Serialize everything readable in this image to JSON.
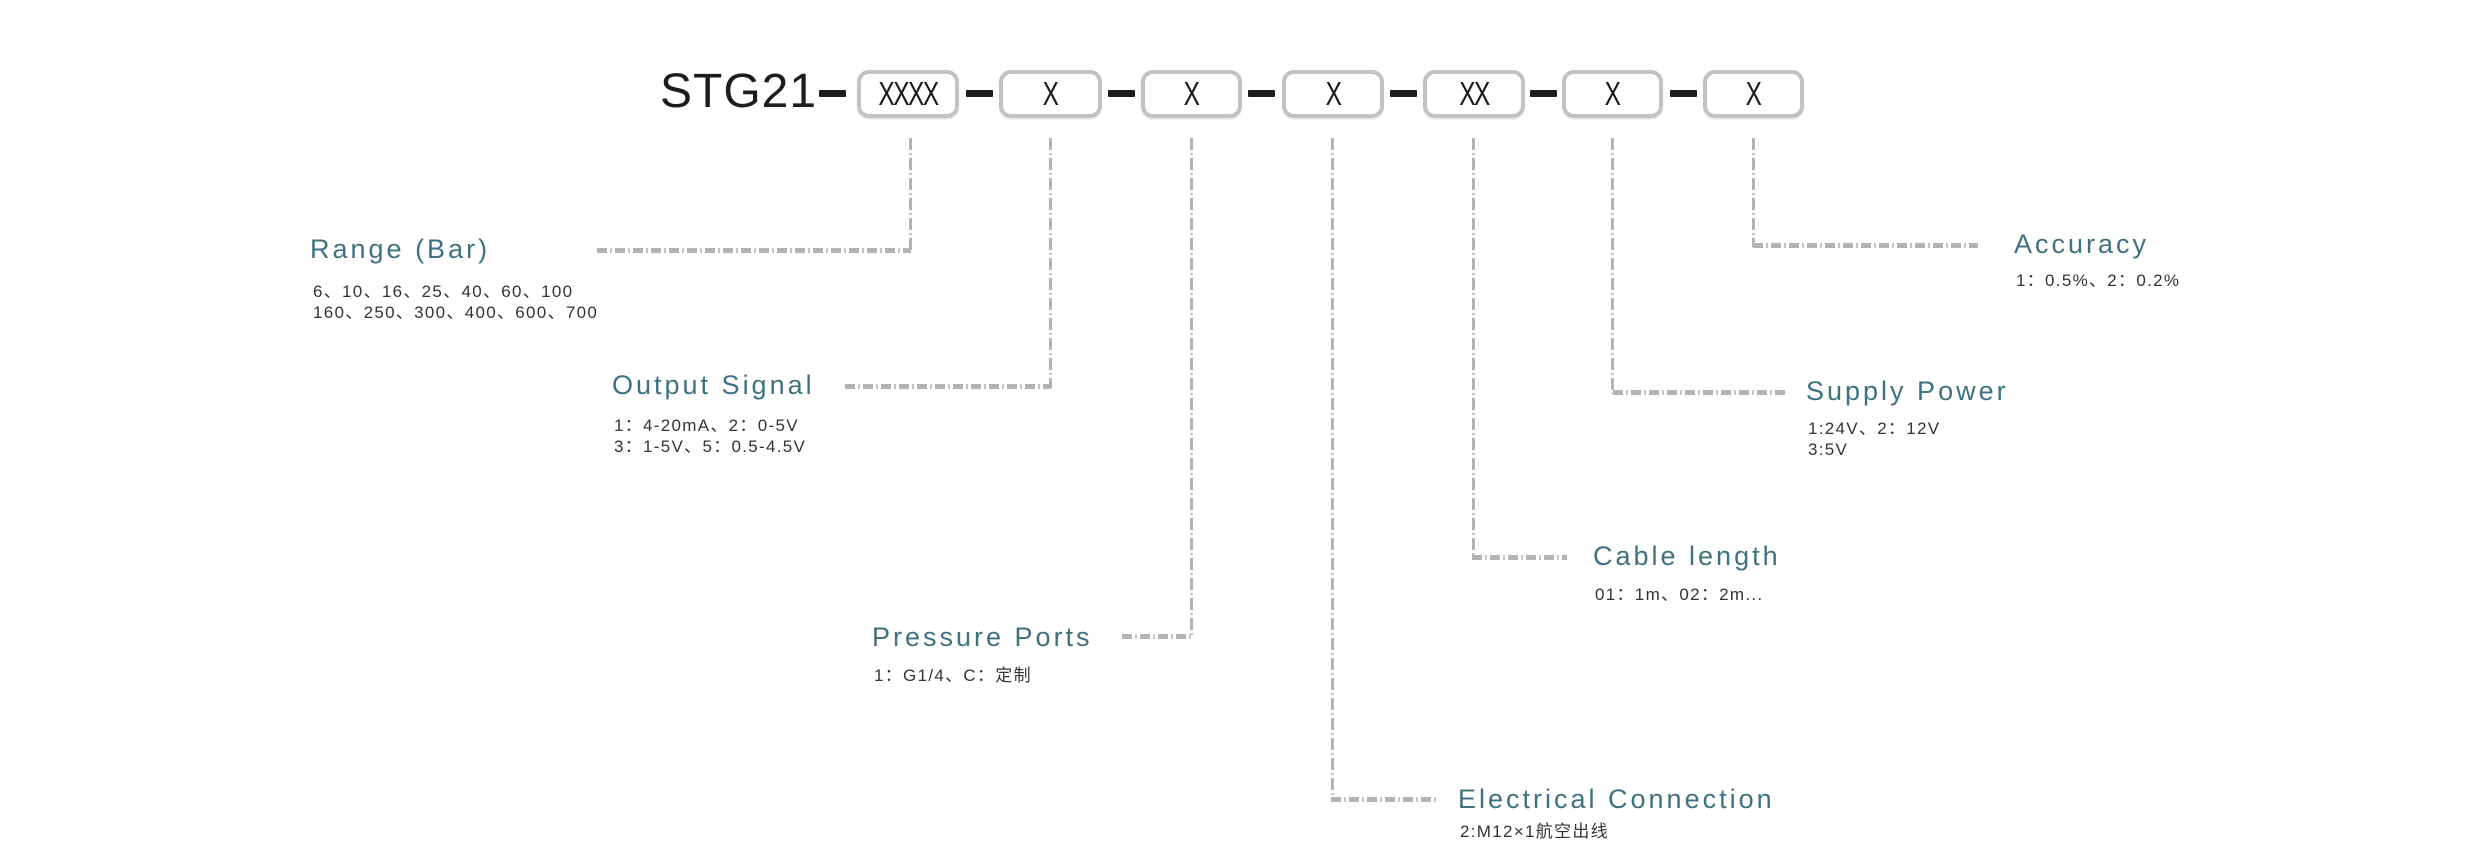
{
  "model_code": {
    "prefix": "STG21",
    "segments": [
      "XXXX",
      "X",
      "X",
      "X",
      "XX",
      "X",
      "X"
    ]
  },
  "fields": [
    {
      "id": "range",
      "label": "Range (Bar)",
      "values": [
        "6、10、16、25、40、60、100",
        "160、250、300、400、600、700"
      ]
    },
    {
      "id": "output-signal",
      "label": "Output Signal",
      "values": [
        "1：4-20mA、2：0-5V",
        "3：1-5V、5：0.5-4.5V"
      ]
    },
    {
      "id": "pressure-ports",
      "label": "Pressure Ports",
      "values": [
        "1：G1/4、C：定制"
      ]
    },
    {
      "id": "electrical-connection",
      "label": "Electrical Connection",
      "values": [
        "2:M12×1航空出线"
      ]
    },
    {
      "id": "cable-length",
      "label": "Cable length",
      "values": [
        "01：1m、02：2m..."
      ]
    },
    {
      "id": "supply-power",
      "label": "Supply Power",
      "values": [
        "1:24V、2：12V",
        "3:5V"
      ]
    },
    {
      "id": "accuracy",
      "label": "Accuracy",
      "values": [
        "1：0.5%、2：0.2%"
      ]
    }
  ],
  "colors": {
    "accent_teal": "#3f7280",
    "dash_gray": "#b5b2af",
    "connector_black": "#1c1c1c",
    "box_border": "#c4c1bf",
    "body_text": "#333333"
  }
}
